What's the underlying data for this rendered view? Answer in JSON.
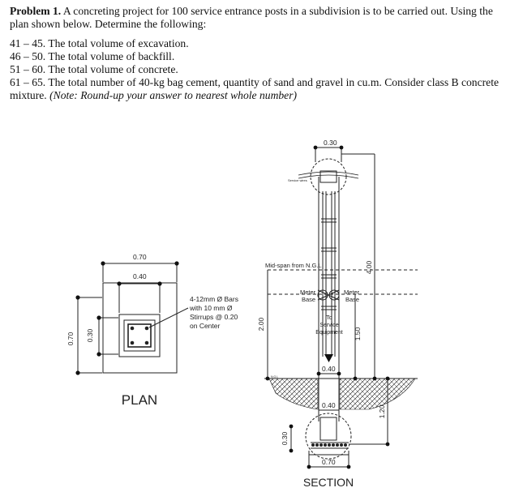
{
  "problem": {
    "label": "Problem 1.",
    "intro": " A concreting project for 100 service entrance posts in a subdivision is to be carried out. Using the plan shown below. Determine the following:",
    "items": [
      "41 – 45. The total volume of excavation.",
      "46 – 50. The total volume of backfill.",
      "51 – 60. The total volume of concrete.",
      "61 – 65. The total number of 40-kg bag cement, quantity of sand and gravel in cu.m. Consider class B concrete mixture. "
    ],
    "note": "(Note: Round-up your answer to nearest whole number)"
  },
  "plan": {
    "title": "PLAN",
    "dim_outer_width": "0.70",
    "dim_inner_width": "0.40",
    "dim_outer_height": "0.70",
    "dim_inner_height": "0.30",
    "rebar_line1": "4-12mm Ø Bars",
    "rebar_line2": "with 10 mm Ø",
    "rebar_line3": "Stirrups @ 0.20",
    "rebar_line4": "on Center"
  },
  "section": {
    "title": "SECTION",
    "dim_top_width": "0.30",
    "label_service_wires": "Service wires",
    "label_midspan": "Mid-span from N.G.L",
    "label_meter_base_left_1": "Meter",
    "label_meter_base_left_2": "Base",
    "label_meter_base_right_1": "Meter",
    "label_meter_base_right_2": "Base",
    "label_to_1": "To",
    "label_to_2": "Service",
    "label_to_3": "Equipment",
    "dim_total_height": "4.00",
    "dim_midspan": "2.00",
    "dim_meter_height": "1.50",
    "dim_post_width": "0.40",
    "dim_ngl": "N.G.L",
    "dim_embed_width": "0.40",
    "dim_embed_depth": "1.20",
    "dim_footing_thickness": "0.30",
    "dim_footing_width": "0.70"
  }
}
